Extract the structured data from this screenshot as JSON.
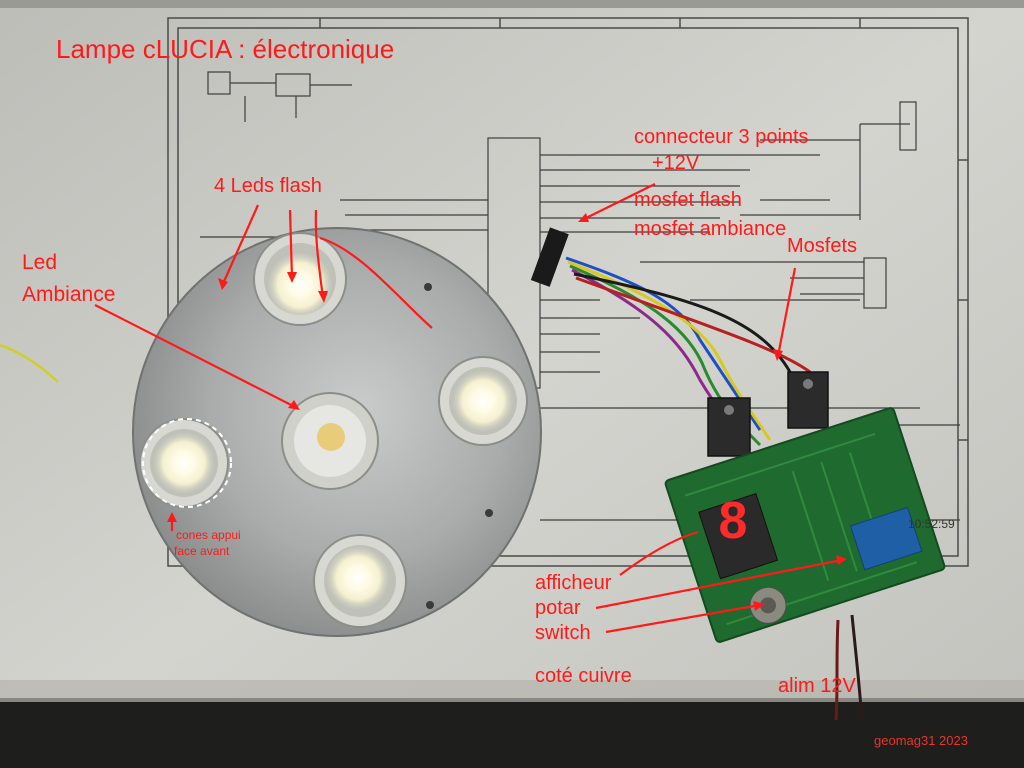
{
  "photo": {
    "title": "Lampe cLUCIA : électronique",
    "credit": "geomag31 2023",
    "annotation_color": "#ff1a1a",
    "labels": {
      "leds_flash": "4 Leds flash",
      "led_ambiance_1": "Led",
      "led_ambiance_2": "Ambiance",
      "cones_1": "cones appui",
      "cones_2": "face avant",
      "connecteur_1": "connecteur 3 points",
      "connecteur_2": "+12V",
      "connecteur_3": "mosfet flash",
      "connecteur_4": "mosfet ambiance",
      "mosfets": "Mosfets",
      "afficheur": "afficheur",
      "potar": "potar",
      "switch": "switch",
      "cote_cuivre": "coté cuivre",
      "alim": "alim 12V"
    },
    "display_digit": "8",
    "time_stamp": "10:52:59"
  }
}
